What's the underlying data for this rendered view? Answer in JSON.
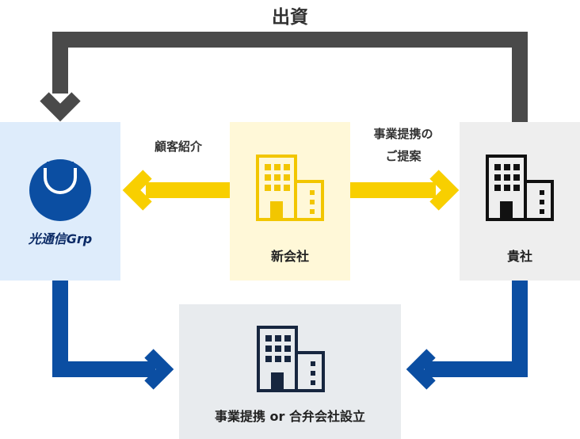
{
  "top_label": "出資",
  "left_box": {
    "label": "光通信Grp",
    "bg": "#deecfb"
  },
  "center_box": {
    "label": "新会社",
    "bg": "#fff8d8"
  },
  "right_box": {
    "label": "貴社",
    "bg": "#eeeeee"
  },
  "bottom_box": {
    "label": "事業提携 or 合弁会社設立",
    "bg": "#e8ebee"
  },
  "left_arrow_label": "顧客紹介",
  "right_arrow_label_line1": "事業提携の",
  "right_arrow_label_line2": "ご提案",
  "colors": {
    "dark_connector": "#4a4a4a",
    "blue_connector": "#0b4ea2",
    "yellow_arrow": "#f8cf00",
    "building_yellow": "#f2c600",
    "building_black": "#111111",
    "building_navy": "#17263f",
    "logo_blue": "#0b4ea2"
  },
  "icons": [
    "logo-icon",
    "building-yellow-icon",
    "building-black-icon",
    "building-navy-icon"
  ]
}
